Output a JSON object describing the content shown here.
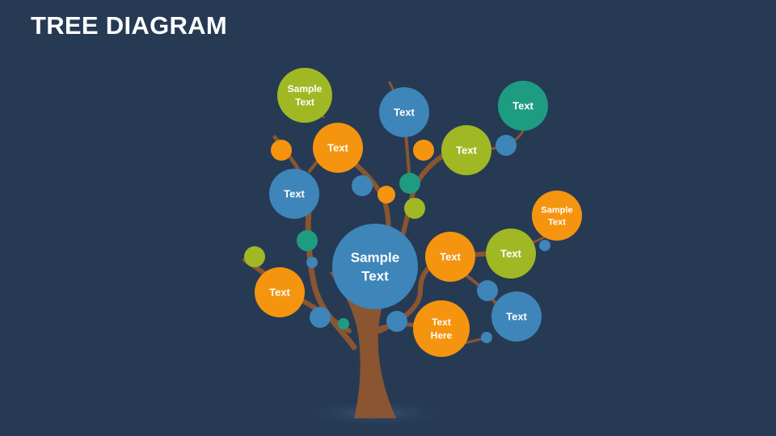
{
  "title": "TREE DIAGRAM",
  "colors": {
    "background": "#263a54",
    "trunk": "#8a5530",
    "blue": "#3e85b9",
    "orange": "#f5940f",
    "green": "#a1b825",
    "teal": "#1e9c81"
  },
  "nodes": [
    {
      "label": "Sample Text",
      "color": "green"
    },
    {
      "label": "Text",
      "color": "orange"
    },
    {
      "label": "Text",
      "color": "blue"
    },
    {
      "label": "Text",
      "color": "blue"
    },
    {
      "label": "Text",
      "color": "green"
    },
    {
      "label": "Text",
      "color": "teal"
    },
    {
      "label": "Sample Text",
      "color": "blue"
    },
    {
      "label": "Text",
      "color": "orange"
    },
    {
      "label": "Text",
      "color": "green"
    },
    {
      "label": "Sample Text",
      "color": "orange"
    },
    {
      "label": "Text",
      "color": "orange"
    },
    {
      "label": "Text Here",
      "color": "orange"
    },
    {
      "label": "Text",
      "color": "blue"
    }
  ]
}
